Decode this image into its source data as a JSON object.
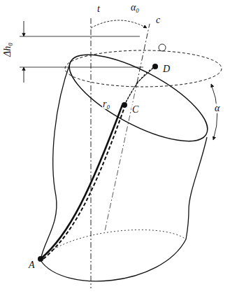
{
  "diagram": {
    "labels": [
      "t",
      "α₀",
      "c",
      "Δh₀",
      "D",
      "C",
      "r₀",
      "A",
      "α"
    ]
  }
}
